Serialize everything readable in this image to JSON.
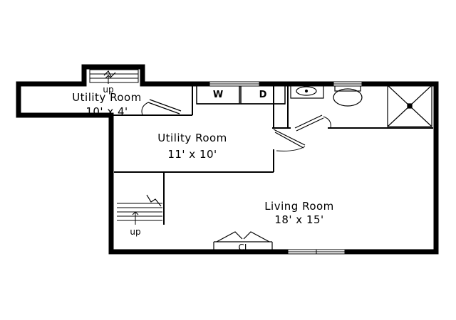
{
  "rooms": {
    "utility_small": {
      "name": "Utility Room",
      "dims": "10' x 4'"
    },
    "utility_main": {
      "name": "Utility Room",
      "dims": "11' x 10'"
    },
    "living": {
      "name": "Living Room",
      "dims": "18' x 15'"
    }
  },
  "labels": {
    "stairs_top_up": "up",
    "stairs_left_up": "up",
    "closet": "CL",
    "washer": "W",
    "dryer": "D"
  },
  "colors": {
    "wall": "#000000",
    "background": "#ffffff"
  }
}
